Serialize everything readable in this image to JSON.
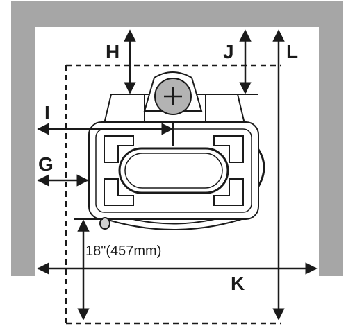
{
  "labels": {
    "H": "H",
    "J": "J",
    "L": "L",
    "I": "I",
    "G": "G",
    "K": "K",
    "measurement": "18\"(457mm)"
  },
  "colors": {
    "wall": "#a6a6a6",
    "line": "#1a1a1a",
    "flue_fill": "#b3b3b3",
    "background": "#ffffff"
  },
  "icons": {
    "flue": "crosshair-circle"
  }
}
